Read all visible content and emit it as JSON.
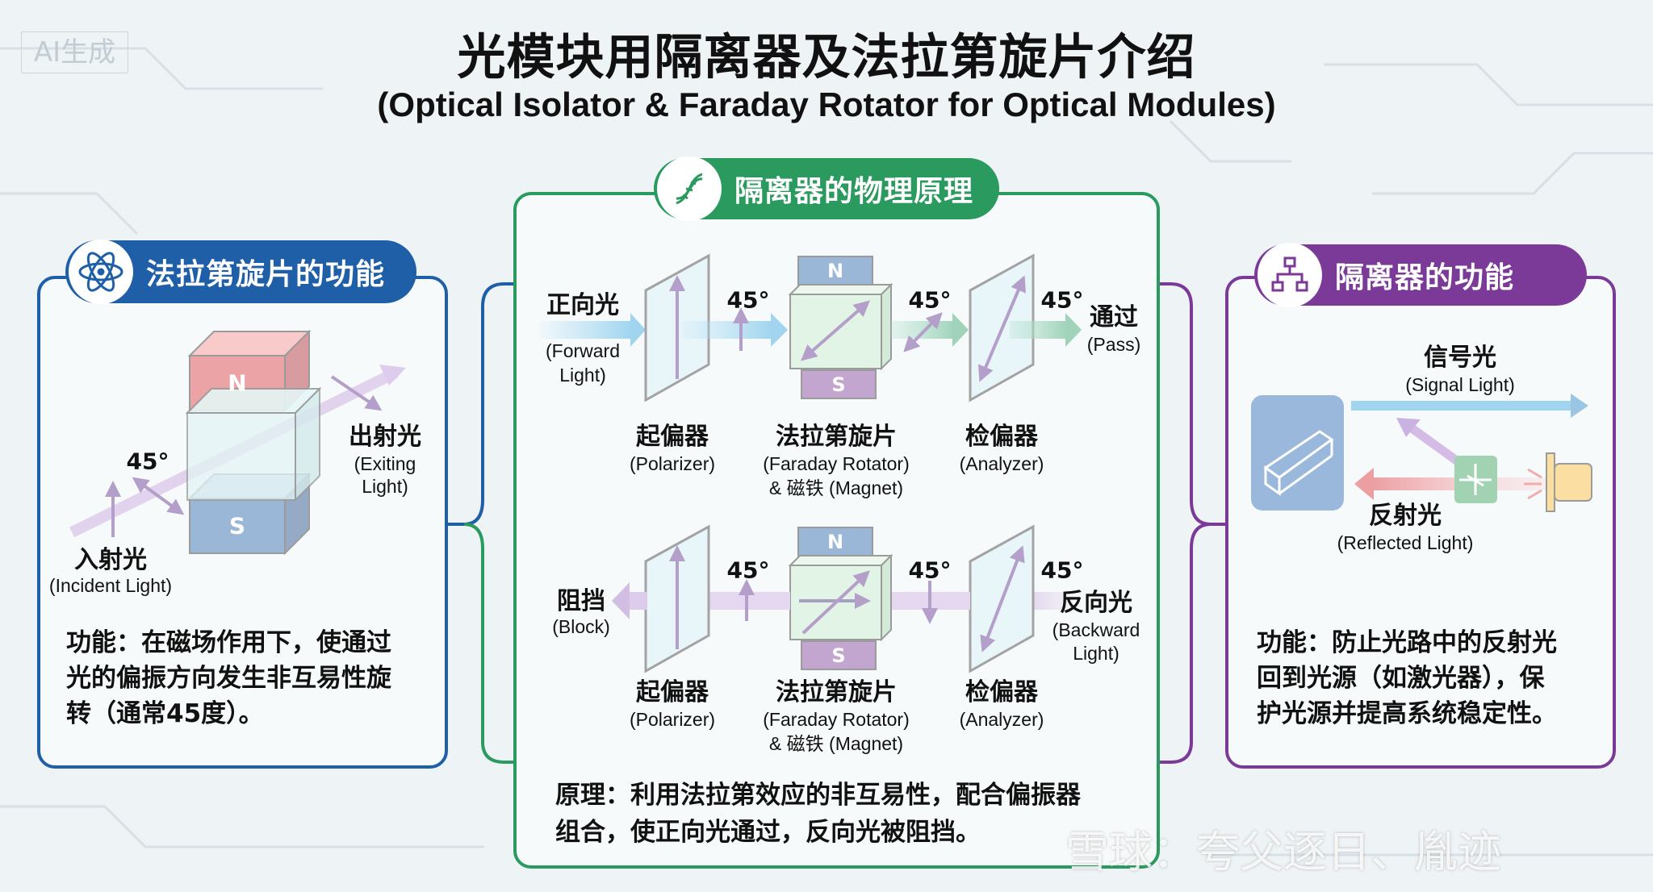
{
  "watermark_corner": "AI生成",
  "title": "光模块用隔离器及法拉第旋片介绍",
  "subtitle": "(Optical Isolator & Faraday Rotator for Optical Modules)",
  "colors": {
    "blue": "#1f5fa8",
    "green": "#2a9a5e",
    "purple": "#7b3a98",
    "red": "#d5333a",
    "yellow": "#f5b731"
  },
  "left": {
    "header": "法拉第旋片的功能",
    "icon": "atom-icon",
    "north": "N",
    "south": "S",
    "angle": "45°",
    "exit_cn": "出射光",
    "exit_en1": "(Exiting",
    "exit_en2": "Light)",
    "incident_cn": "入射光",
    "incident_en": "(Incident Light)",
    "desc": [
      "功能：在磁场作用下，使通过",
      "光的偏振方向发生非互易性旋",
      "转（通常45度）。"
    ]
  },
  "center": {
    "header": "隔离器的物理原理",
    "icon": "dna-icon",
    "forward": {
      "in_cn": "正向光",
      "in_en1": "(Forward",
      "in_en2": "Light)",
      "angles": [
        "45°",
        "45°",
        "45°"
      ],
      "out_cn": "通过",
      "out_en": "(Pass)"
    },
    "backward": {
      "out_cn": "阻挡",
      "out_en": "(Block)",
      "angles": [
        "45°",
        "45°",
        "45°"
      ],
      "in_cn": "反向光",
      "in_en1": "(Backward",
      "in_en2": "Light)"
    },
    "north": "N",
    "south": "S",
    "components": {
      "polarizer_cn": "起偏器",
      "polarizer_en": "(Polarizer)",
      "rotator_cn": "法拉第旋片",
      "rotator_en": "(Faraday Rotator)",
      "magnet": "& 磁铁 (Magnet)",
      "analyzer_cn": "检偏器",
      "analyzer_en": "(Analyzer)"
    },
    "desc": [
      "原理：利用法拉第效应的非互易性，配合偏振器",
      "组合，使正向光通过，反向光被阻挡。"
    ]
  },
  "right": {
    "header": "隔离器的功能",
    "icon": "network-icon",
    "signal_cn": "信号光",
    "signal_en": "(Signal Light)",
    "reflected_cn": "反射光",
    "reflected_en": "(Reflected Light)",
    "desc": [
      "功能：防止光路中的反射光",
      "回到光源（如激光器），保",
      "护光源并提高系统稳定性。"
    ]
  },
  "watermark": "雪球：夸父逐日、胤迹"
}
